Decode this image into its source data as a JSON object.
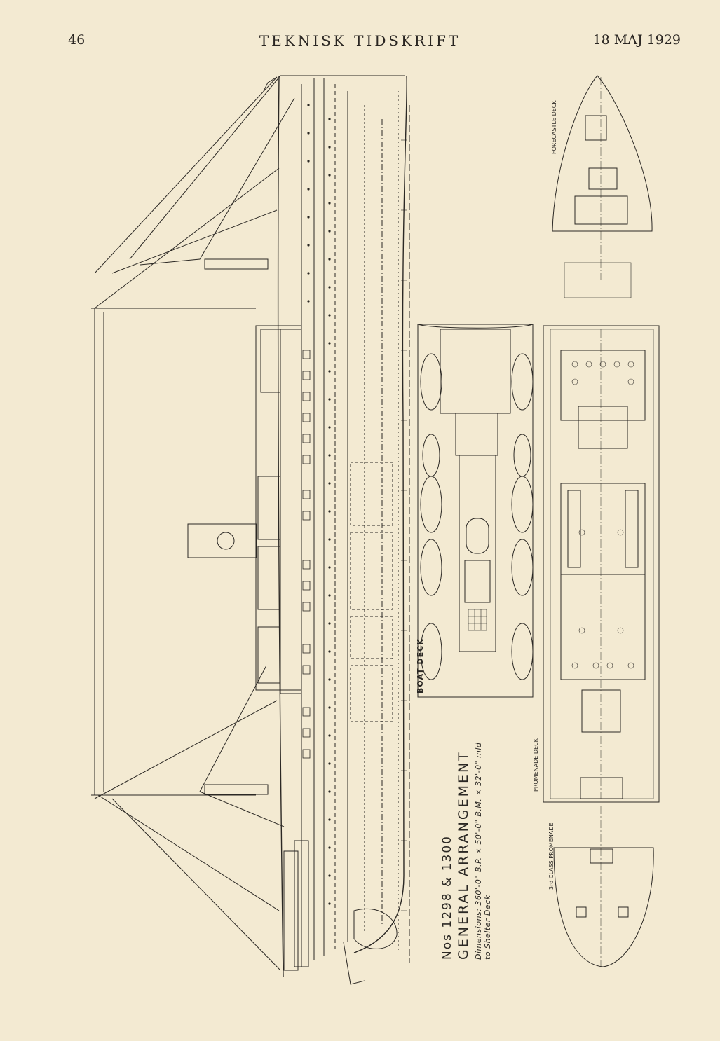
{
  "header": {
    "page_number": "46",
    "journal": "TEKNISK TIDSKRIFT",
    "date": "18 MAJ 1929"
  },
  "caption": {
    "line1": "Nos 1298 & 1300",
    "line2": "GENERAL ARRANGEMENT",
    "line3": "Dimensions: 360'-0\" B.P. × 50'-0\" B.M. × 32'-0\" mld to Shelter Deck"
  },
  "deck_labels": {
    "boat_deck": "BOAT DECK",
    "promenade_deck": "PROMENADE DECK",
    "aft_promenade": "3rd CLASS PROMENADE",
    "forecastle": "FORECASTLE DECK"
  },
  "colors": {
    "paper": "#f3ead2",
    "ink": "#2b2824"
  }
}
